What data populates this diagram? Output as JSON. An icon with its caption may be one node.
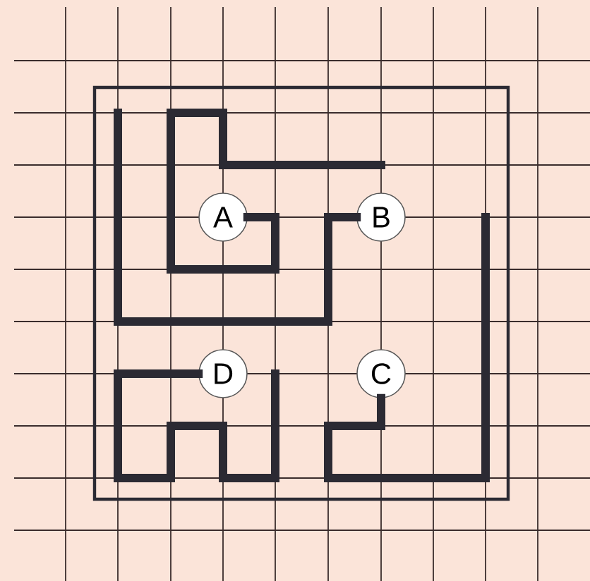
{
  "diagram": {
    "nodes": [
      {
        "text": [
          "A"
        ]
      },
      {
        "text": [
          "B"
        ]
      },
      {
        "text": [
          "C"
        ]
      },
      {
        "text": [
          "D"
        ]
      }
    ],
    "edges": [
      {
        "from": 0,
        "to": null,
        "arrow": "none"
      },
      {
        "from": 1,
        "to": null,
        "arrow": "none"
      },
      {
        "from": 2,
        "to": null,
        "arrow": "none"
      },
      {
        "from": 3,
        "to": null,
        "arrow": "none"
      }
    ]
  }
}
